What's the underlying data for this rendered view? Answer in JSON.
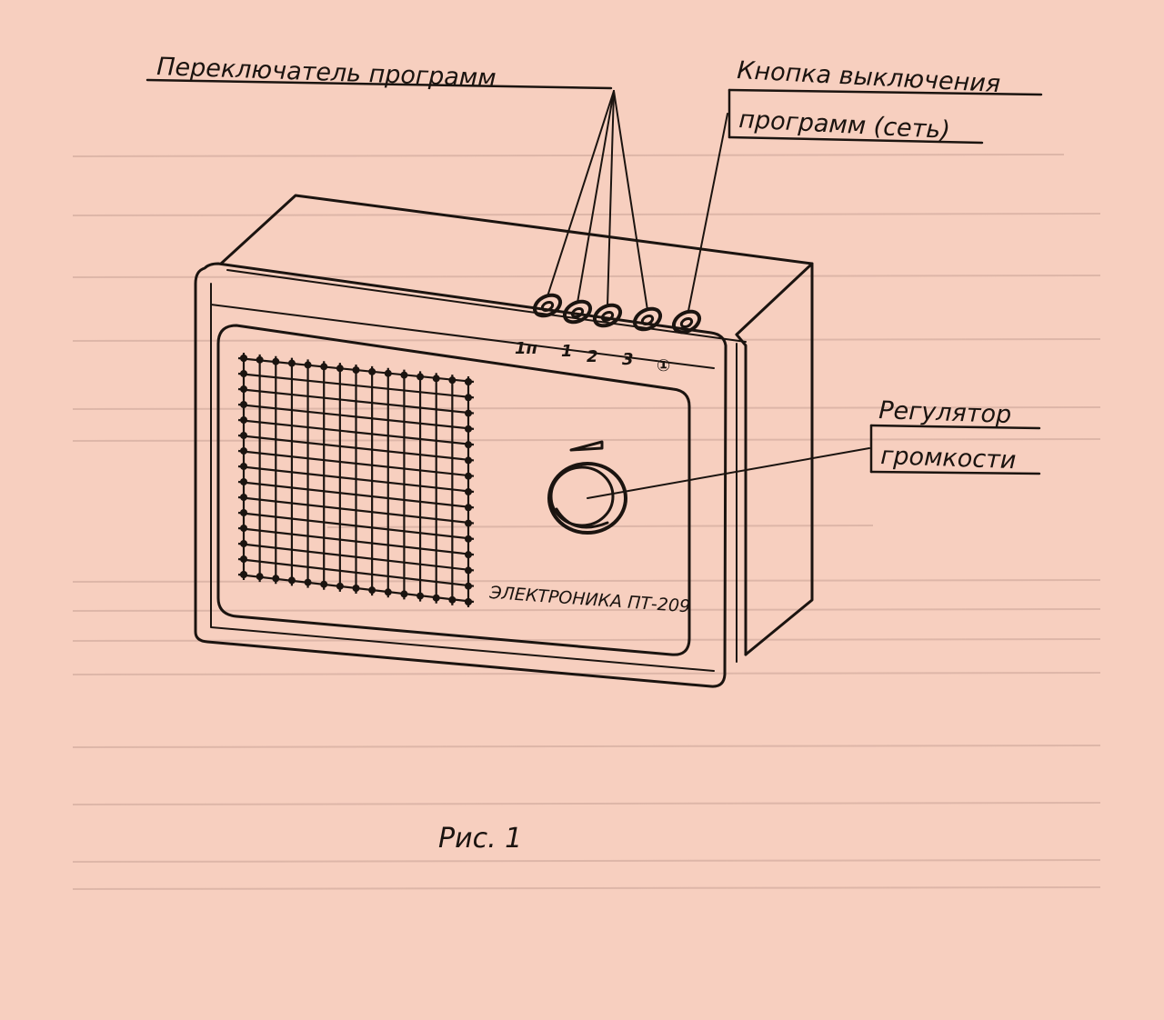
{
  "labels": {
    "program_switch": "Переключатель программ",
    "off_button_line1": "Кнопка выключения",
    "off_button_line2": "программ (сеть)",
    "volume_line1": "Регулятор",
    "volume_line2": "громкости"
  },
  "buttons": [
    {
      "id": "1p",
      "label": "1п"
    },
    {
      "id": "1",
      "label": "1"
    },
    {
      "id": "2",
      "label": "2"
    },
    {
      "id": "3",
      "label": "3"
    },
    {
      "id": "off",
      "label": "①"
    }
  ],
  "device_name": "ЭЛЕКТРОНИКА ПТ-209",
  "caption": "Рис. 1",
  "colors": {
    "paper": "#f7cfbf",
    "ink": "#1b1410"
  }
}
